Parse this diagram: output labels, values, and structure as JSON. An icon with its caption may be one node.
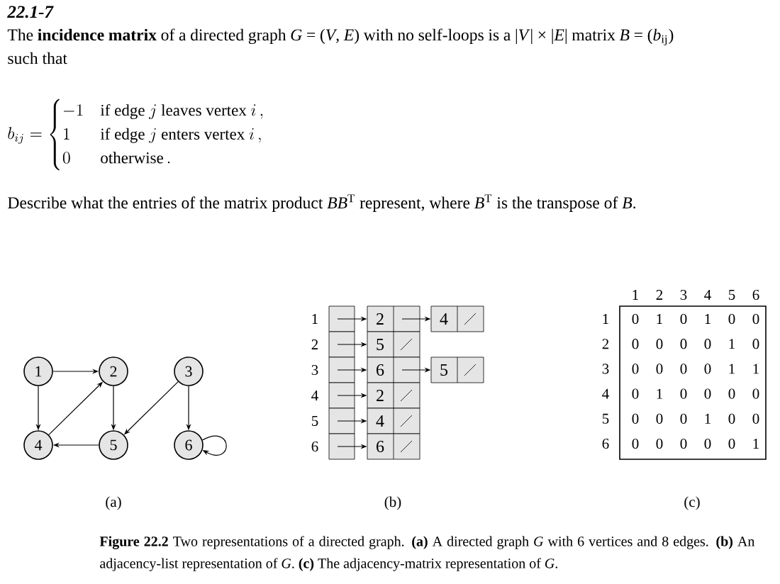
{
  "diagram": {
    "title": "22.1-7",
    "nodes": [
      {
        "text": [
          "1"
        ]
      },
      {
        "text": [
          "2"
        ]
      },
      {
        "text": [
          "3"
        ]
      },
      {
        "text": [
          "4"
        ]
      },
      {
        "text": [
          "5"
        ]
      },
      {
        "text": [
          "6"
        ]
      },
      {
        "text": [],
        "shape": "box"
      },
      {
        "text": [],
        "shape": "box"
      },
      {
        "text": [],
        "shape": "box"
      },
      {
        "text": [],
        "shape": "box"
      },
      {
        "text": [],
        "shape": "box"
      },
      {
        "text": [],
        "shape": "box"
      },
      {
        "text": [
          "2"
        ]
      },
      {
        "text": [
          "4"
        ]
      },
      {
        "text": [
          "5"
        ]
      },
      {
        "text": [
          "6"
        ]
      },
      {
        "text": [
          "5"
        ]
      },
      {
        "text": [
          "2"
        ]
      },
      {
        "text": [
          "4"
        ]
      },
      {
        "text": [
          "6"
        ]
      }
    ],
    "edges": [
      {
        "from": 0,
        "to": 1,
        "arrow": "to"
      },
      {
        "from": 0,
        "to": 3,
        "arrow": "to"
      },
      {
        "from": 1,
        "to": 4,
        "arrow": "to"
      },
      {
        "from": 2,
        "to": 4,
        "arrow": "to"
      },
      {
        "from": 2,
        "to": 5,
        "arrow": "to"
      },
      {
        "from": 3,
        "to": 1,
        "arrow": "to"
      },
      {
        "from": 4,
        "to": 3,
        "arrow": "to"
      },
      {
        "from": 5,
        "to": 5,
        "arrow": "to"
      },
      {
        "from": 6,
        "to": 12,
        "arrow": "to"
      },
      {
        "from": 12,
        "to": 13,
        "arrow": "to"
      },
      {
        "from": 7,
        "to": 14,
        "arrow": "to"
      },
      {
        "from": 8,
        "to": 15,
        "arrow": "to"
      },
      {
        "from": 15,
        "to": 16,
        "arrow": "to"
      },
      {
        "from": 9,
        "to": 17,
        "arrow": "to"
      },
      {
        "from": 10,
        "to": 18,
        "arrow": "to"
      },
      {
        "from": 11,
        "to": 19,
        "arrow": "to"
      }
    ],
    "labels": [
      "The **incidence matrix** of a directed graph *G* = (*V*, *E*) with no self-loops is a |*V*| × |*E*| matrix *B* = (*b*$_{ij}$) such that",
      "b_{ij} = \\begin{cases} -1 & \\text{if edge } j \\text{ leaves vertex } i\\,, \\\\ 1 & \\text{if edge } j \\text{ enters vertex } i\\,, \\\\ 0 & \\text{otherwise}\\,. \\end{cases}",
      "Describe what the entries of the matrix product *BB*$^{T}$ represent, where *B*$^{T}$ is the transpose of *B*.",
      "1",
      "2",
      "3",
      "4",
      "5",
      "6",
      "1",
      "2",
      "3",
      "4",
      "5",
      "6",
      "1",
      "0",
      "1",
      "0",
      "1",
      "0",
      "0",
      "2",
      "0",
      "0",
      "0",
      "0",
      "1",
      "0",
      "3",
      "0",
      "0",
      "0",
      "0",
      "1",
      "1",
      "4",
      "0",
      "1",
      "0",
      "0",
      "0",
      "0",
      "5",
      "0",
      "0",
      "0",
      "1",
      "0",
      "0",
      "6",
      "0",
      "0",
      "0",
      "0",
      "0",
      "1",
      "(a)",
      "(b)",
      "(c)"
    ],
    "caption": "**Figure 22.2** Two representations of a directed graph. **(a)** A directed graph *G* with 6 vertices and 8 edges. **(b)** An adjacency-list representation of *G*. **(c)** The adjacency-matrix representation of *G*."
  }
}
